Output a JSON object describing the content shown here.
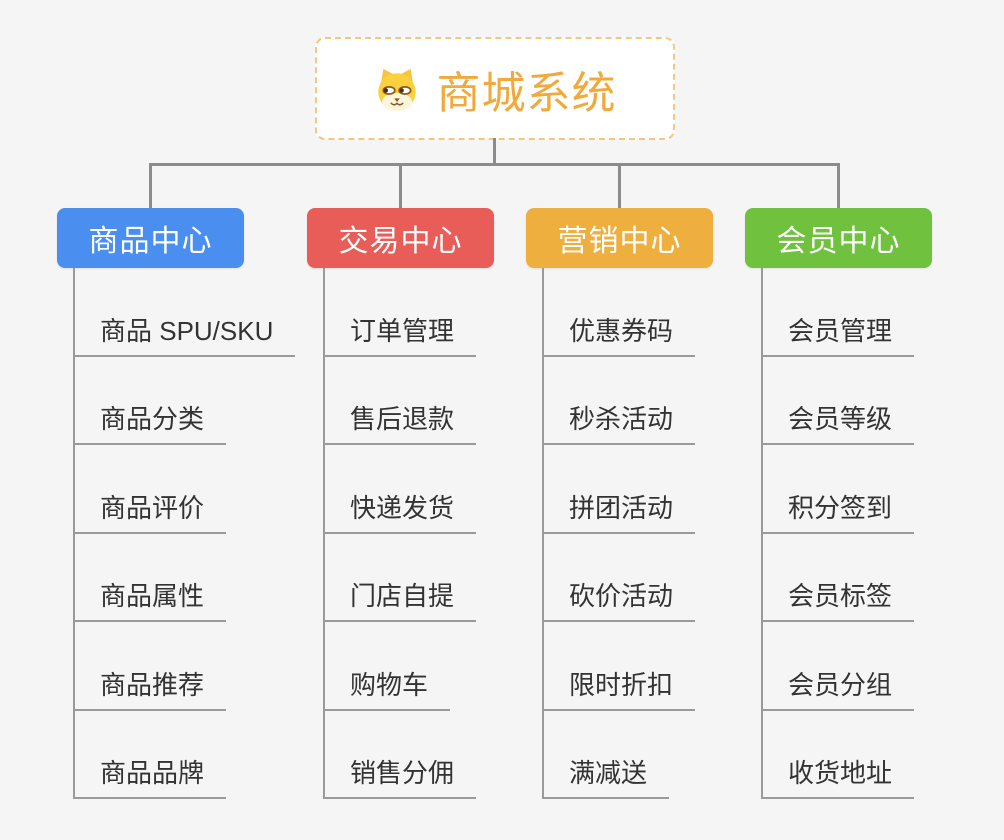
{
  "page": {
    "background": "#f5f5f6",
    "connector_color": "#8c8c8c",
    "underline_color": "#9a9a9a"
  },
  "root": {
    "title": "商城系统",
    "title_color": "#f2a93b",
    "border_color": "#f2c87e",
    "icon": "dog-face-icon"
  },
  "branches": [
    {
      "label": "商品中心",
      "color": "#4a8ff0",
      "children": [
        "商品 SPU/SKU",
        "商品分类",
        "商品评价",
        "商品属性",
        "商品推荐",
        "商品品牌"
      ]
    },
    {
      "label": "交易中心",
      "color": "#e85d58",
      "children": [
        "订单管理",
        "售后退款",
        "快递发货",
        "门店自提",
        "购物车",
        "销售分佣"
      ]
    },
    {
      "label": "营销中心",
      "color": "#efaf3f",
      "children": [
        "优惠券码",
        "秒杀活动",
        "拼团活动",
        "砍价活动",
        "限时折扣",
        "满减送"
      ]
    },
    {
      "label": "会员中心",
      "color": "#6fc13e",
      "children": [
        "会员管理",
        "会员等级",
        "积分签到",
        "会员标签",
        "会员分组",
        "收货地址"
      ]
    }
  ]
}
